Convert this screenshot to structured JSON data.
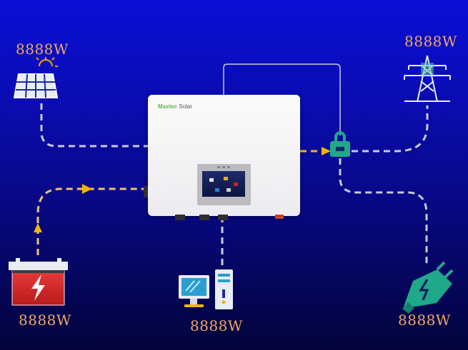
{
  "readings": {
    "solar": "8888W",
    "grid": "8888W",
    "battery": "8888W",
    "load": "8888W",
    "ev": "8888W"
  },
  "inverter": {
    "brand_primary": "Maxtec",
    "brand_secondary": "Solar"
  },
  "icons": {
    "solar": "solar-panel-icon",
    "grid": "power-tower-icon",
    "battery": "battery-icon",
    "load": "computer-icon",
    "ev": "ev-charger-icon",
    "meter": "ct-meter-icon"
  },
  "colors": {
    "background_top": "#0a0fd6",
    "background_bottom": "#03033a",
    "label": "#f0a866",
    "flow_active": "#f5b400",
    "flow_idle": "#c9c9d6",
    "battery": "#e02b2b",
    "meter": "#1fa88a",
    "ev": "#1fa88a"
  }
}
